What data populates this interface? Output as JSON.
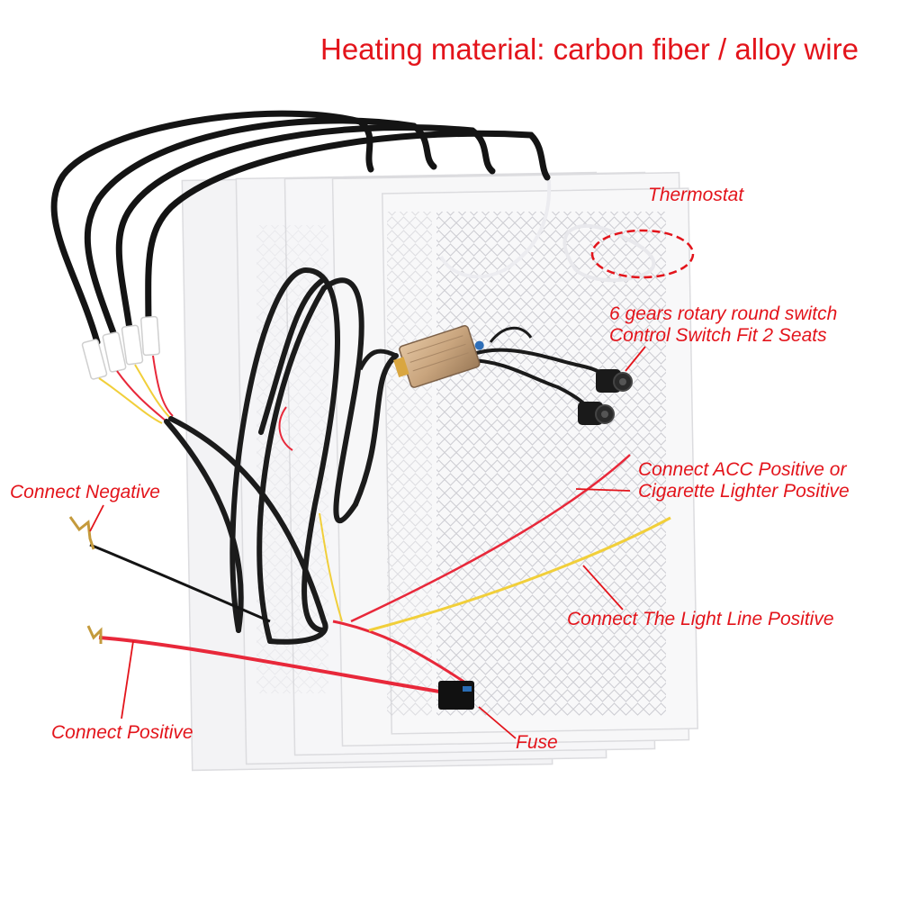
{
  "title": "Heating material: carbon fiber / alloy wire",
  "labels": {
    "thermostat": "Thermostat",
    "switch_line1": "6 gears rotary round switch",
    "switch_line2": "Control Switch Fit 2 Seats",
    "acc_line1": "Connect ACC Positive or",
    "acc_line2": "Cigarette Lighter Positive",
    "negative": "Connect Negative",
    "light": "Connect The Light Line Positive",
    "positive": "Connect Positive",
    "fuse": "Fuse"
  },
  "colors": {
    "label_red": "#e3141b",
    "cable_black": "#141414",
    "wire_red": "#e8283a",
    "wire_yellow": "#f1cf3a",
    "pad_white": "#f7f7f8",
    "pattern_gray": "#c9c9cf",
    "module_bronze": "#c9a57e"
  },
  "icons": {
    "control_module": "control-module-icon",
    "rotary_switch": "rotary-switch-icon",
    "fuse_holder": "fuse-holder-icon",
    "connector": "connector-plug-icon",
    "terminal": "fork-terminal-icon"
  }
}
